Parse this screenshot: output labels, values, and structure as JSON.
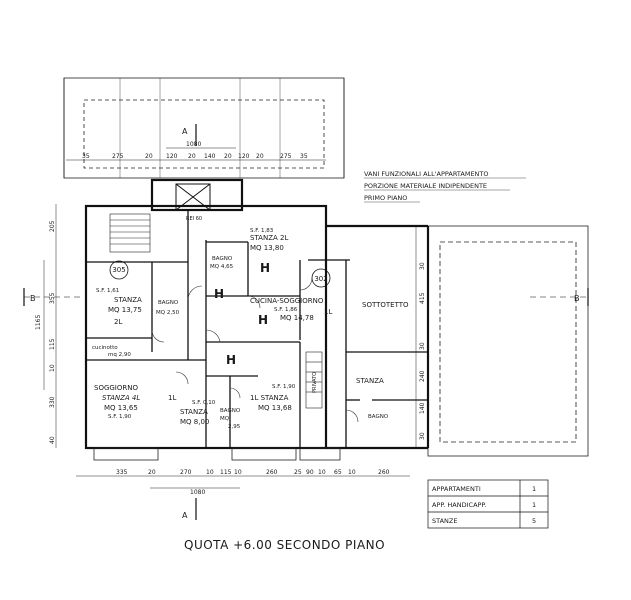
{
  "plan_title": "QUOTA +6.00 SECONDO PIANO",
  "notes": {
    "line1": "VANI FUNZIONALI ALL'APPARTAMENTO",
    "line2": "PORZIONE MATERIALE INDIPENDENTE",
    "line3": "PRIMO PIANO"
  },
  "section_markers": {
    "a_top": "A",
    "a_bottom": "A",
    "b_left": "B",
    "b_right": "B"
  },
  "unit_numbers": {
    "u305": "305",
    "u302": "302"
  },
  "rooms": {
    "stanza_305_name": "STANZA",
    "stanza_305_area": "MQ 13,75",
    "stanza_305_sf": "S.F. 1,61",
    "stanza_305_beds": "2L",
    "bagno_305_name": "BAGNO",
    "bagno_305_area": "MQ 2,50",
    "cucinotto_name": "cucinotto",
    "cucinotto_area": "mq 2,90",
    "soggiorno_name": "SOGGIORNO",
    "soggiorno_sub": "STANZA 4L",
    "soggiorno_area": "MQ 13,65",
    "soggiorno_sf": "S.F. 1,90",
    "stanza_center_name": "STANZA",
    "stanza_center_area": "MQ 8,00",
    "stanza_center_beds": "1L",
    "stanza_center_sf": "S.F. 0,10",
    "bagno_small_name": "BAGNO",
    "bagno_small_area": "MQ",
    "bagno_small_val": "2,95",
    "stanza_top_name": "STANZA 2L",
    "stanza_top_area": "MQ 13,80",
    "stanza_top_sf": "S.F. 1,83",
    "bagno_top_name": "BAGNO",
    "bagno_top_area": "MQ 4,65",
    "cucina_name": "CUCINA-SOGGIORNO",
    "cucina_area": "MQ 14,78",
    "cucina_sf": "S.F. 1,86",
    "cucina_beds": "1L",
    "stanza_br_name": "1L STANZA",
    "stanza_br_area": "MQ 13,68",
    "stanza_br_sf": "S.F. 1,90",
    "sottotetto": "SOTTOTETTO",
    "stanza_right": "STANZA",
    "bagno_right": "BAGNO",
    "privato": "PRIVATO",
    "rei": "REI 60"
  },
  "dimensions_top": [
    "35",
    "275",
    "20",
    "120",
    "20",
    "140",
    "20",
    "120",
    "20",
    "275",
    "35"
  ],
  "dimension_top_total": "1080",
  "dimensions_bottom": [
    "335",
    "20",
    "270",
    "10",
    "115",
    "10",
    "260",
    "25",
    "90",
    "10",
    "65",
    "10",
    "260"
  ],
  "dimension_bottom_total": "1080",
  "dimensions_left": [
    "205",
    "355",
    "115",
    "10",
    "330",
    "40"
  ],
  "dimension_left_total": "1165",
  "dimensions_right": [
    "30",
    "415",
    "30",
    "240",
    "140",
    "30"
  ],
  "legend": {
    "rows": [
      {
        "label": "APPARTAMENTI",
        "value": "1"
      },
      {
        "label": "APP. HANDICAPP.",
        "value": "1"
      },
      {
        "label": "STANZE",
        "value": "5"
      }
    ]
  }
}
